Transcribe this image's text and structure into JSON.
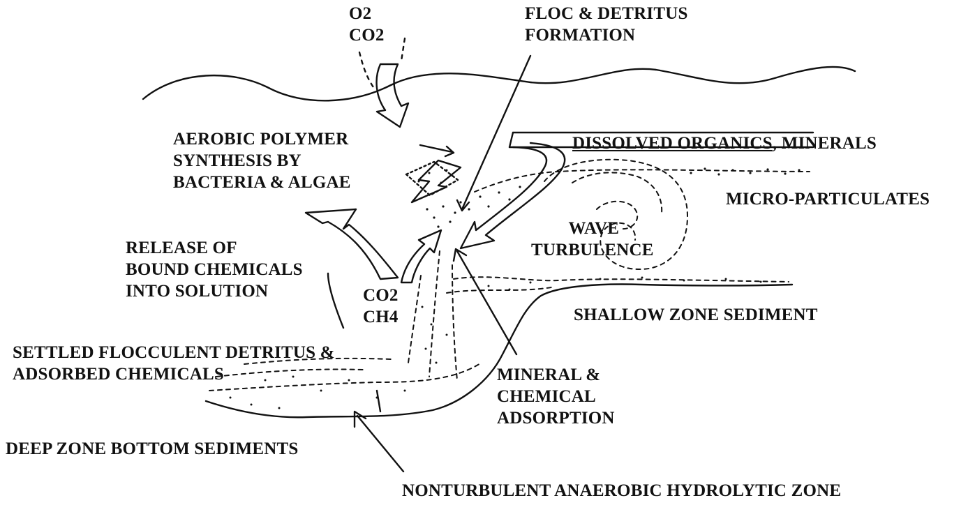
{
  "labels": {
    "gases_in": {
      "line1": "O2",
      "line2": "CO2"
    },
    "floc": {
      "line1": "FLOC & DETRITUS",
      "line2": "FORMATION"
    },
    "aerobic": {
      "line1": "AEROBIC POLYMER",
      "line2": "SYNTHESIS BY",
      "line3": "BACTERIA & ALGAE"
    },
    "dissolved": {
      "part1": "DISSOLVED ORGANICS",
      "part2": ", MINERALS"
    },
    "micro": "MICRO-PARTICULATES",
    "wave": {
      "line1": "WAVE",
      "line2": "TURBULENCE"
    },
    "release": {
      "line1": "RELEASE OF",
      "line2": "BOUND CHEMICALS",
      "line3": "INTO SOLUTION"
    },
    "gases_out": {
      "line1": "CO2",
      "line2": "CH4"
    },
    "shallow": "SHALLOW ZONE SEDIMENT",
    "settled": {
      "line1": "SETTLED FLOCCULENT DETRITUS &",
      "line2": "ADSORBED CHEMICALS"
    },
    "mineral": {
      "line1": "MINERAL &",
      "line2": "CHEMICAL",
      "line3": "ADSORPTION"
    },
    "deep": "DEEP ZONE BOTTOM SEDIMENTS",
    "nonturb": "NONTURBULENT ANAEROBIC HYDROLYTIC ZONE"
  },
  "colors": {
    "ink": "#111111",
    "paper": "#ffffff"
  }
}
